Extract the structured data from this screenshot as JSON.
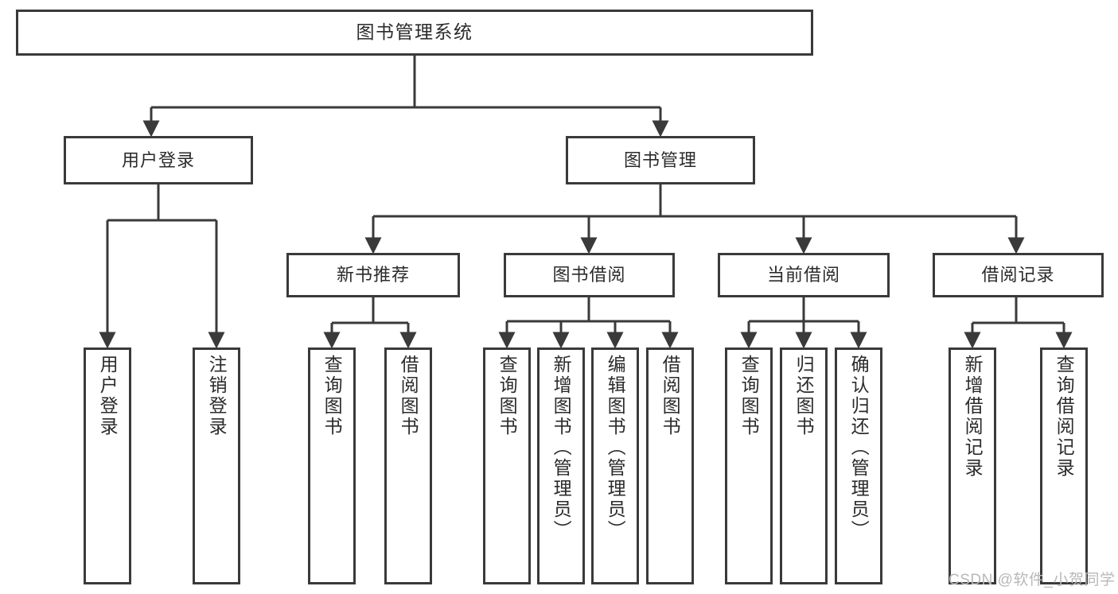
{
  "diagram": {
    "title": "图书管理系统",
    "type": "tree-hierarchy-diagram",
    "colors": {
      "box_border": "#3a3a3a",
      "box_fill": "#ffffff",
      "edge": "#3a3a3a",
      "text": "#2b2b2b",
      "watermark": "#b8b8b8",
      "background": "#ffffff"
    }
  },
  "root": {
    "label": "图书管理系统"
  },
  "level2": [
    {
      "label": "用户登录"
    },
    {
      "label": "图书管理"
    }
  ],
  "level3": [
    {
      "label": "新书推荐"
    },
    {
      "label": "图书借阅"
    },
    {
      "label": "当前借阅"
    },
    {
      "label": "借阅记录"
    }
  ],
  "leaves": {
    "user_login": [
      {
        "label": "用户登录"
      },
      {
        "label": "注销登录"
      }
    ],
    "new_book_recommend": [
      {
        "label": "查询图书"
      },
      {
        "label": "借阅图书"
      }
    ],
    "book_borrow": [
      {
        "label": "查询图书"
      },
      {
        "label": "新增图书（管理员）"
      },
      {
        "label": "编辑图书（管理员）"
      },
      {
        "label": "借阅图书"
      }
    ],
    "current_borrow": [
      {
        "label": "查询图书"
      },
      {
        "label": "归还图书"
      },
      {
        "label": "确认归还（管理员）"
      }
    ],
    "borrow_record": [
      {
        "label": "新增借阅记录"
      },
      {
        "label": "查询借阅记录"
      }
    ]
  },
  "watermark": {
    "text": "CSDN @软件_小贺同学"
  }
}
